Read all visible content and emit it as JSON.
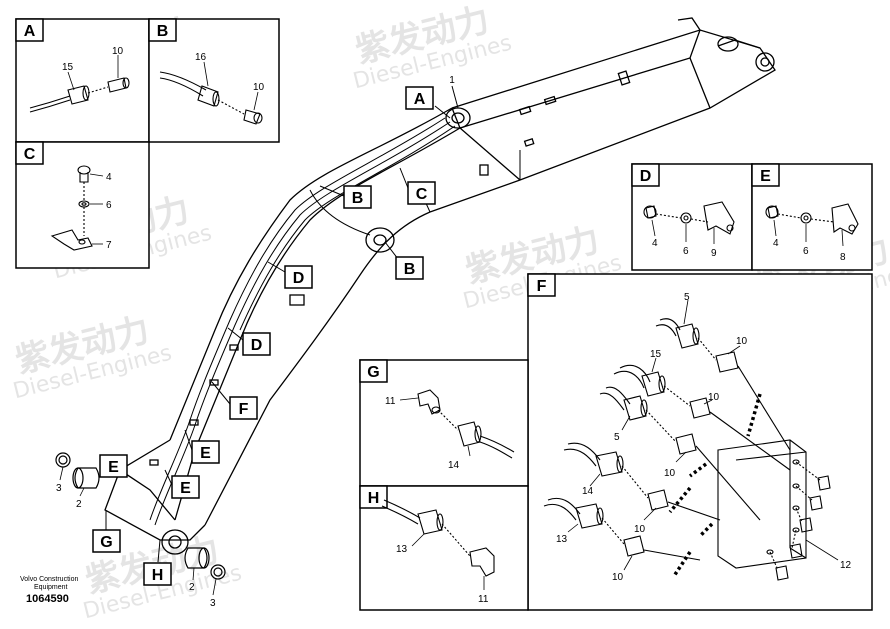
{
  "watermark": {
    "cn": "紫发动力",
    "en": "Diesel-Engines"
  },
  "footer": {
    "maker": "Volvo Construction",
    "sub": "Equipment",
    "doc_no": "1064590"
  },
  "detail_panels": {
    "A": {
      "caption": "A",
      "parts": [
        "15",
        "10"
      ]
    },
    "B": {
      "caption": "B",
      "parts": [
        "16",
        "10"
      ]
    },
    "C": {
      "caption": "C",
      "parts": [
        "4",
        "6",
        "7"
      ]
    },
    "D": {
      "caption": "D",
      "parts": [
        "4",
        "6",
        "9"
      ]
    },
    "E": {
      "caption": "E",
      "parts": [
        "4",
        "6",
        "8"
      ]
    },
    "F": {
      "caption": "F",
      "parts": [
        "5",
        "10",
        "15",
        "10",
        "5",
        "10",
        "14",
        "10",
        "13",
        "10",
        "12"
      ]
    },
    "G": {
      "caption": "G",
      "parts": [
        "11",
        "14"
      ]
    },
    "H": {
      "caption": "H",
      "parts": [
        "13",
        "11"
      ]
    }
  },
  "boom_callouts": {
    "ref_1": "1",
    "A": "A",
    "B1": "B",
    "C": "C",
    "B2": "B",
    "D1": "D",
    "D2": "D",
    "F": "F",
    "E1": "E",
    "E2": "E",
    "E3": "E",
    "G": "G",
    "H": "H"
  },
  "pin_parts": {
    "p3a": "3",
    "p2a": "2",
    "p2b": "2",
    "p3b": "3"
  }
}
